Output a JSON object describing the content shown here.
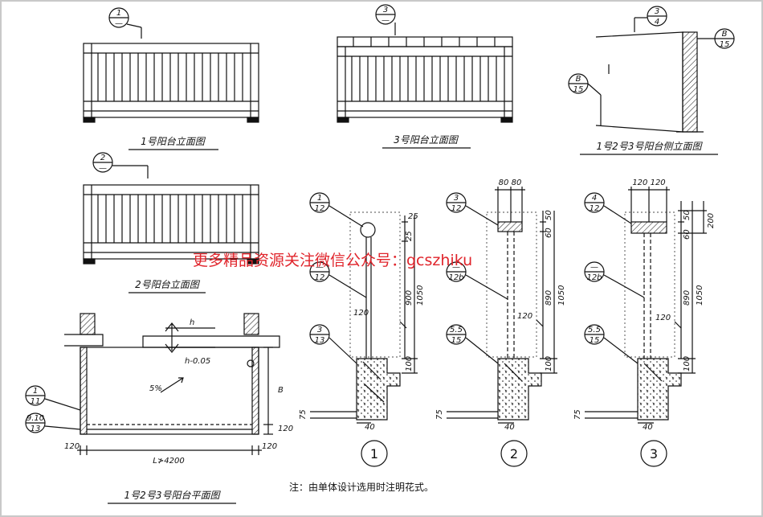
{
  "views": {
    "elev1": {
      "caption": "1号阳台立面图",
      "tag_top": "1",
      "tag_bottom": "—"
    },
    "elev3": {
      "caption": "3号阳台立面图",
      "tag_top": "3",
      "tag_bottom": "—"
    },
    "side": {
      "caption": "1号2号3号阳台侧立面图",
      "tag1_top": "3",
      "tag1_bottom": "4",
      "tag2_top": "B",
      "tag2_bottom": "15",
      "tag3_top": "B",
      "tag3_bottom": "15"
    },
    "elev2": {
      "caption": "2号阳台立面图",
      "tag_top": "2",
      "tag_bottom": "—"
    },
    "plan": {
      "caption": "1号2号3号阳台平面图",
      "dim_h": "h",
      "dim_h2": "h-0.05",
      "slope": "5%",
      "dim_B": "B",
      "dim_120_left": "120",
      "dim_120_right": "120",
      "dim_120_b": "120",
      "dim_L": "L≯4200",
      "tag1_top": "1",
      "tag1_bottom": "11",
      "tag2_top": "9.10",
      "tag2_bottom": "13"
    },
    "section1": {
      "label": "1",
      "tag1_top": "1",
      "tag1_bottom": "12",
      "tag2_top": "—",
      "tag2_bottom": "12",
      "tag3_top": "3",
      "tag3_bottom": "13",
      "d25": "25",
      "d25b": "25",
      "d900": "900",
      "d1050": "1050",
      "d120": "120",
      "d100": "100",
      "d40": "40",
      "d75": "75"
    },
    "section2": {
      "label": "2",
      "top_dims": "80 80",
      "tag1_top": "3",
      "tag1_bottom": "12",
      "tag2_top": "—",
      "tag2_bottom": "12b",
      "tag3_top": "5.5",
      "tag3_bottom": "15",
      "d50": "50",
      "d60": "60",
      "d890": "890",
      "d1050": "1050",
      "d120": "120",
      "d100": "100",
      "d40": "40",
      "d75": "75"
    },
    "section3": {
      "label": "3",
      "top_dims": "120 120",
      "tag1_top": "4",
      "tag1_bottom": "12",
      "tag2_top": "—",
      "tag2_bottom": "12b",
      "tag3_top": "5.5",
      "tag3_bottom": "15",
      "d50": "50",
      "d60": "60",
      "d200": "200",
      "d890": "890",
      "d1050": "1050",
      "d120": "120",
      "d100": "100",
      "d40": "40",
      "d75": "75"
    }
  },
  "note": "注：由单体设计选用时注明花式。",
  "watermark": "更多精品资源关注微信公众号：gcszhiku",
  "colors": {
    "ink": "#111111",
    "watermark": "#e0242b",
    "frame": "#c9c9c9"
  }
}
